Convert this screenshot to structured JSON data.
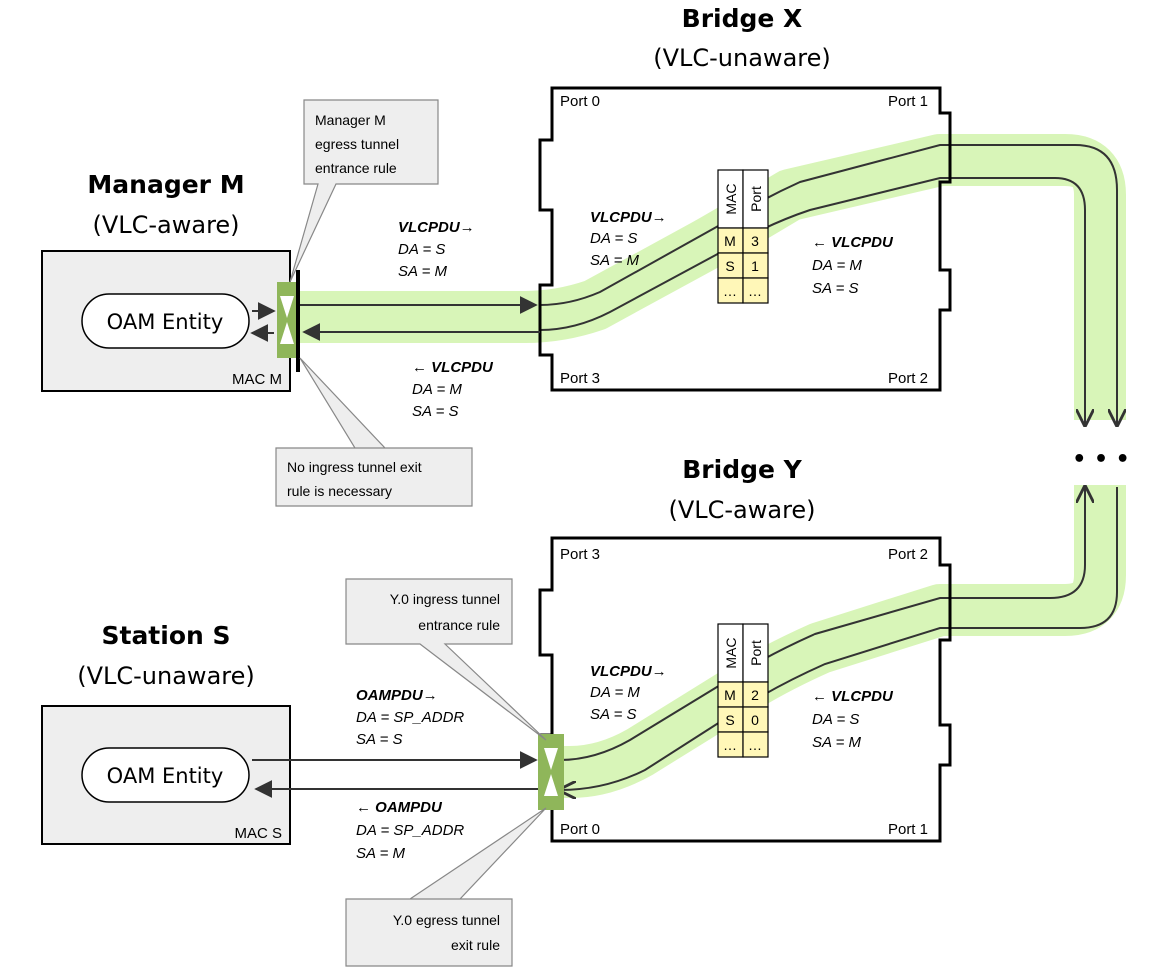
{
  "bridge_x": {
    "title": "Bridge X",
    "subtitle": "(VLC-unaware)",
    "ports": [
      "Port 0",
      "Port 1",
      "Port 2",
      "Port 3"
    ],
    "table_headers": [
      "MAC",
      "Port"
    ],
    "table_rows": [
      [
        "M",
        "3"
      ],
      [
        "S",
        "1"
      ],
      [
        "…",
        "…"
      ]
    ],
    "label_in": [
      "VLCPDU→",
      "DA = S",
      "SA = M"
    ],
    "label_back": [
      "← VLCPDU",
      "DA = M",
      "SA = S"
    ]
  },
  "bridge_y": {
    "title": "Bridge Y",
    "subtitle": "(VLC-aware)",
    "ports": [
      "Port 3",
      "Port 2",
      "Port 0",
      "Port 1"
    ],
    "table_headers": [
      "MAC",
      "Port"
    ],
    "table_rows": [
      [
        "M",
        "2"
      ],
      [
        "S",
        "0"
      ],
      [
        "…",
        "…"
      ]
    ],
    "label_in": [
      "VLCPDU→",
      "DA = M",
      "SA = S"
    ],
    "label_back": [
      "← VLCPDU",
      "DA = S",
      "SA = M"
    ]
  },
  "manager": {
    "title": "Manager M",
    "subtitle": "(VLC-aware)",
    "entity": "OAM Entity",
    "mac": "MAC M"
  },
  "station": {
    "title": "Station S",
    "subtitle": "(VLC-unaware)",
    "entity": "OAM Entity",
    "mac": "MAC S"
  },
  "link_mx": {
    "out": [
      "VLCPDU→",
      "DA = S",
      "SA = M"
    ],
    "back": [
      "← VLCPDU",
      "DA = M",
      "SA = S"
    ]
  },
  "link_sy": {
    "out": [
      "OAMPDU→",
      "DA = SP_ADDR",
      "SA = S"
    ],
    "back": [
      "← OAMPDU",
      "DA = SP_ADDR",
      "SA = M"
    ]
  },
  "callouts": {
    "manager_egress": [
      "Manager M",
      "egress tunnel",
      "entrance rule"
    ],
    "manager_ingress": [
      "No ingress tunnel exit",
      "rule is necessary"
    ],
    "y_ingress": [
      "Y.0 ingress tunnel",
      "entrance rule"
    ],
    "y_egress": [
      "Y.0 egress tunnel",
      "exit rule"
    ]
  },
  "ellipsis": "• • •",
  "colors": {
    "tunnel": "#d8f5b8",
    "tunnel_port": "#8fb65a",
    "table_cell": "#fff7b8",
    "box_fill": "#eeeeee",
    "callout_fill": "#eeeeee"
  }
}
